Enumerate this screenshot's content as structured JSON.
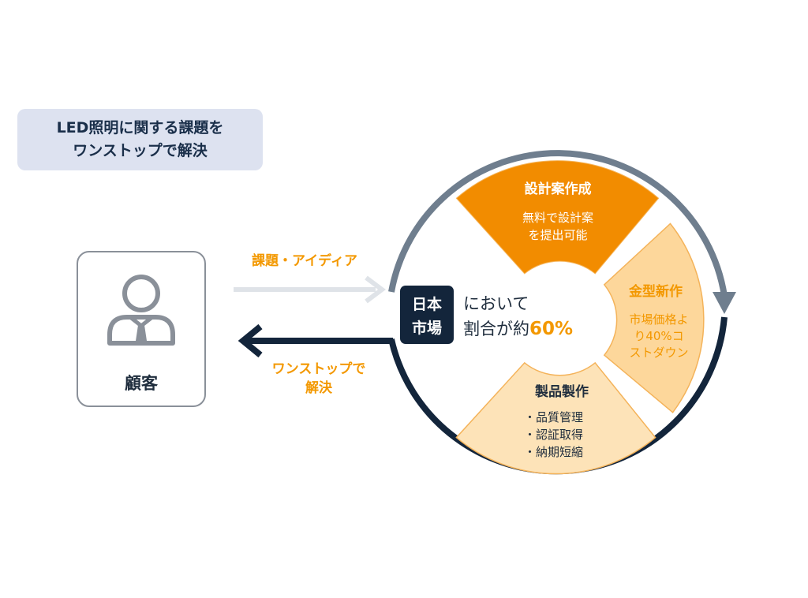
{
  "title": {
    "line1": "LED照明に関する課題を",
    "line2": "ワンストップで解決"
  },
  "customer": {
    "label": "顧客",
    "icon": "person-with-tie-icon"
  },
  "arrows": {
    "incoming": {
      "label": "課題・アイディア"
    },
    "outgoing": {
      "line1": "ワンストップで",
      "line2": "解決"
    }
  },
  "center": {
    "badge_line1": "日本",
    "badge_line2": "市場",
    "text_line1": "において",
    "text_line2_prefix": "割合が約",
    "text_line2_value": "60%"
  },
  "segments": {
    "design": {
      "title": "設計案作成",
      "line1": "無料で設計案",
      "line2": "を提出可能"
    },
    "mold": {
      "title": "金型新作",
      "line1": "市場価格よ",
      "line2": "り40%コ",
      "line3": "ストダウン"
    },
    "product": {
      "title": "製品製作",
      "item1": "・品質管理",
      "item2": "・認証取得",
      "item3": "・納期短縮"
    }
  },
  "colors": {
    "design_fill": "#f28c00",
    "light_fill": "#fdd79b",
    "orange_text": "#f39800",
    "navy": "#13253b",
    "ring_gray": "#6f7e8e",
    "arrow_light": "#dfe3e8"
  }
}
